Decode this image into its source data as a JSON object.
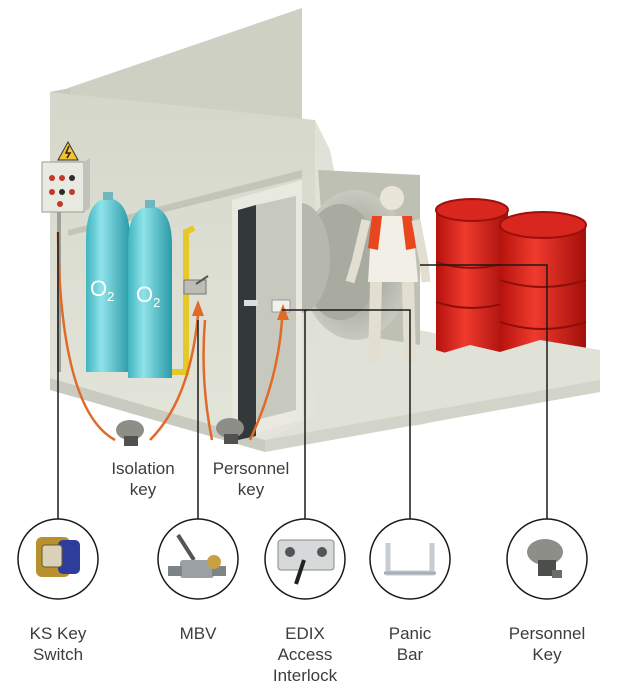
{
  "scene": {
    "cylinder_label": "O",
    "cylinder_label_sub": "2",
    "warning_symbol": "lightning-bolt",
    "colors": {
      "room_wall": "#dedfd3",
      "cylinder": "#5ccad3",
      "drum": "#d8231d",
      "arrow": "#e06a2a",
      "door_frame": "#e9e9e0",
      "door_panel": "#33383a",
      "connector_line": "#1a1a1a",
      "text": "#3d3d3d"
    }
  },
  "keys": {
    "isolation": {
      "line1": "Isolation",
      "line2": "key"
    },
    "personnel": {
      "line1": "Personnel",
      "line2": "key"
    }
  },
  "components": [
    {
      "line1": "KS Key",
      "line2": "Switch",
      "line3": ""
    },
    {
      "line1": "MBV",
      "line2": "",
      "line3": ""
    },
    {
      "line1": "EDIX",
      "line2": "Access",
      "line3": "Interlock"
    },
    {
      "line1": "Panic",
      "line2": "Bar",
      "line3": ""
    },
    {
      "line1": "Personnel",
      "line2": "Key",
      "line3": ""
    }
  ]
}
